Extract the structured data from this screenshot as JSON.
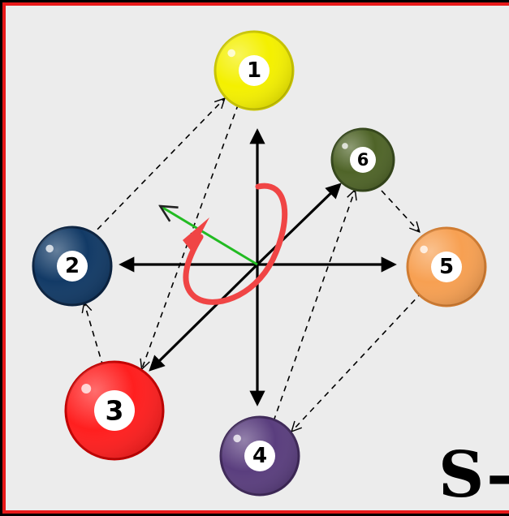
{
  "balls": [
    {
      "id": "ball-1",
      "number": "1",
      "color": "#f4f000",
      "shade": "#c8c400"
    },
    {
      "id": "ball-2",
      "number": "2",
      "color": "#123a66",
      "shade": "#0a2240"
    },
    {
      "id": "ball-3",
      "number": "3",
      "color": "#ff1f1f",
      "shade": "#c20000"
    },
    {
      "id": "ball-4",
      "number": "4",
      "color": "#5a3e7e",
      "shade": "#3e2858"
    },
    {
      "id": "ball-5",
      "number": "5",
      "color": "#f7a052",
      "shade": "#d07b30"
    },
    {
      "id": "ball-6",
      "number": "6",
      "color": "#4f6428",
      "shade": "#34461a"
    }
  ],
  "corner_label": "S-",
  "colors": {
    "background": "#ececec",
    "frame": "#e81a1a",
    "axes": "#000000",
    "rotation_arrow": "#f04545",
    "vector_arrow": "#22bb22",
    "dashed_links": "#000000"
  }
}
